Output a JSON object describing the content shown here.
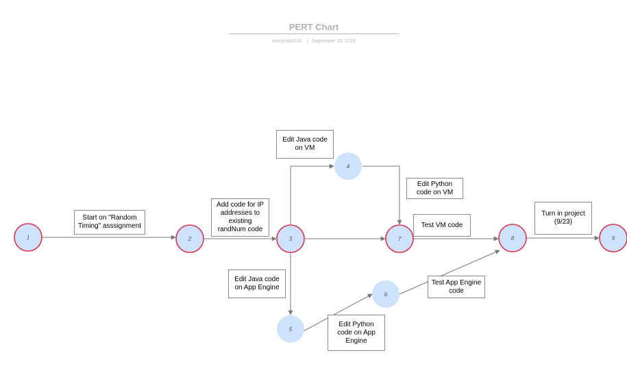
{
  "header": {
    "title": "PERT Chart",
    "author": "immymdot101",
    "separator": "|",
    "date": "September 28, 2019"
  },
  "colors": {
    "node_fill": "#cfe2fb",
    "milestone_border": "#d9344e",
    "edge": "#7a7a7a",
    "title": "#b3b3b3"
  },
  "nodes": [
    {
      "id": "1",
      "label": "1",
      "milestone": true
    },
    {
      "id": "2",
      "label": "2",
      "milestone": true
    },
    {
      "id": "3",
      "label": "3",
      "milestone": true
    },
    {
      "id": "4",
      "label": "4",
      "milestone": false
    },
    {
      "id": "5",
      "label": "5",
      "milestone": false
    },
    {
      "id": "6",
      "label": "6",
      "milestone": false
    },
    {
      "id": "7",
      "label": "7",
      "milestone": true
    },
    {
      "id": "8",
      "label": "8",
      "milestone": true
    },
    {
      "id": "9",
      "label": "9",
      "milestone": true
    }
  ],
  "edges": [
    {
      "from": "1",
      "to": "2"
    },
    {
      "from": "2",
      "to": "3"
    },
    {
      "from": "3",
      "to": "4"
    },
    {
      "from": "3",
      "to": "7"
    },
    {
      "from": "3",
      "to": "5"
    },
    {
      "from": "4",
      "to": "7"
    },
    {
      "from": "5",
      "to": "6"
    },
    {
      "from": "6",
      "to": "8"
    },
    {
      "from": "7",
      "to": "8"
    },
    {
      "from": "8",
      "to": "9"
    }
  ],
  "tasks": {
    "start_random_timing": "Start on \"Random\nTiming\" asssignment",
    "add_ip_code": "Add code for IP\naddresses to\nexisting\nrandNum code",
    "edit_java_vm": "Edit Java code\non VM",
    "edit_python_vm": "Edit Python\ncode on VM",
    "test_vm": "Test VM code",
    "turn_in": "Turn in project\n(9/23)",
    "edit_java_app_engine": "Edit Java code\non App Engine",
    "test_app_engine": "Test App Engine\ncode",
    "edit_python_app_engine": "Edit Python\ncode on App\nEngine"
  }
}
